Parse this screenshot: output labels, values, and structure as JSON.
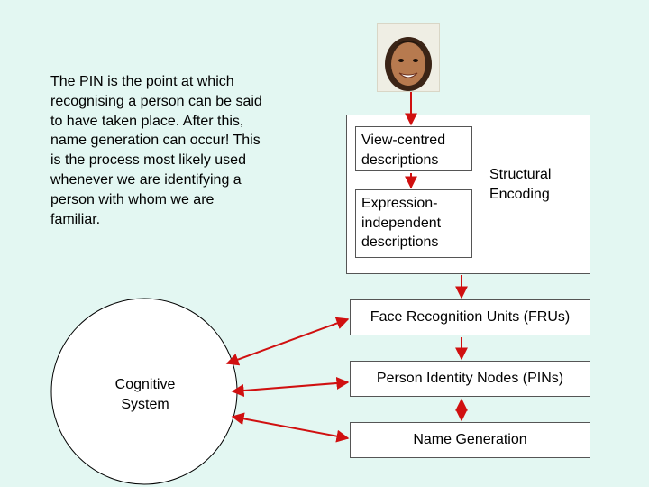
{
  "intro_text": "The PIN is the point at which recognising a person can be said to have taken place. After this, name generation can occur! This is the process most likely used whenever we are identifying a person with whom we are familiar.",
  "diagram": {
    "view_centred": "View-centred descriptions",
    "expression_independent": "Expression-independent descriptions",
    "structural_encoding": "Structural Encoding",
    "fru": "Face Recognition Units (FRUs)",
    "pin": "Person Identity Nodes (PINs)",
    "name_generation": "Name Generation",
    "cognitive_system": "Cognitive System"
  },
  "colors": {
    "arrow": "#d01010",
    "background": "#e3f7f2"
  }
}
